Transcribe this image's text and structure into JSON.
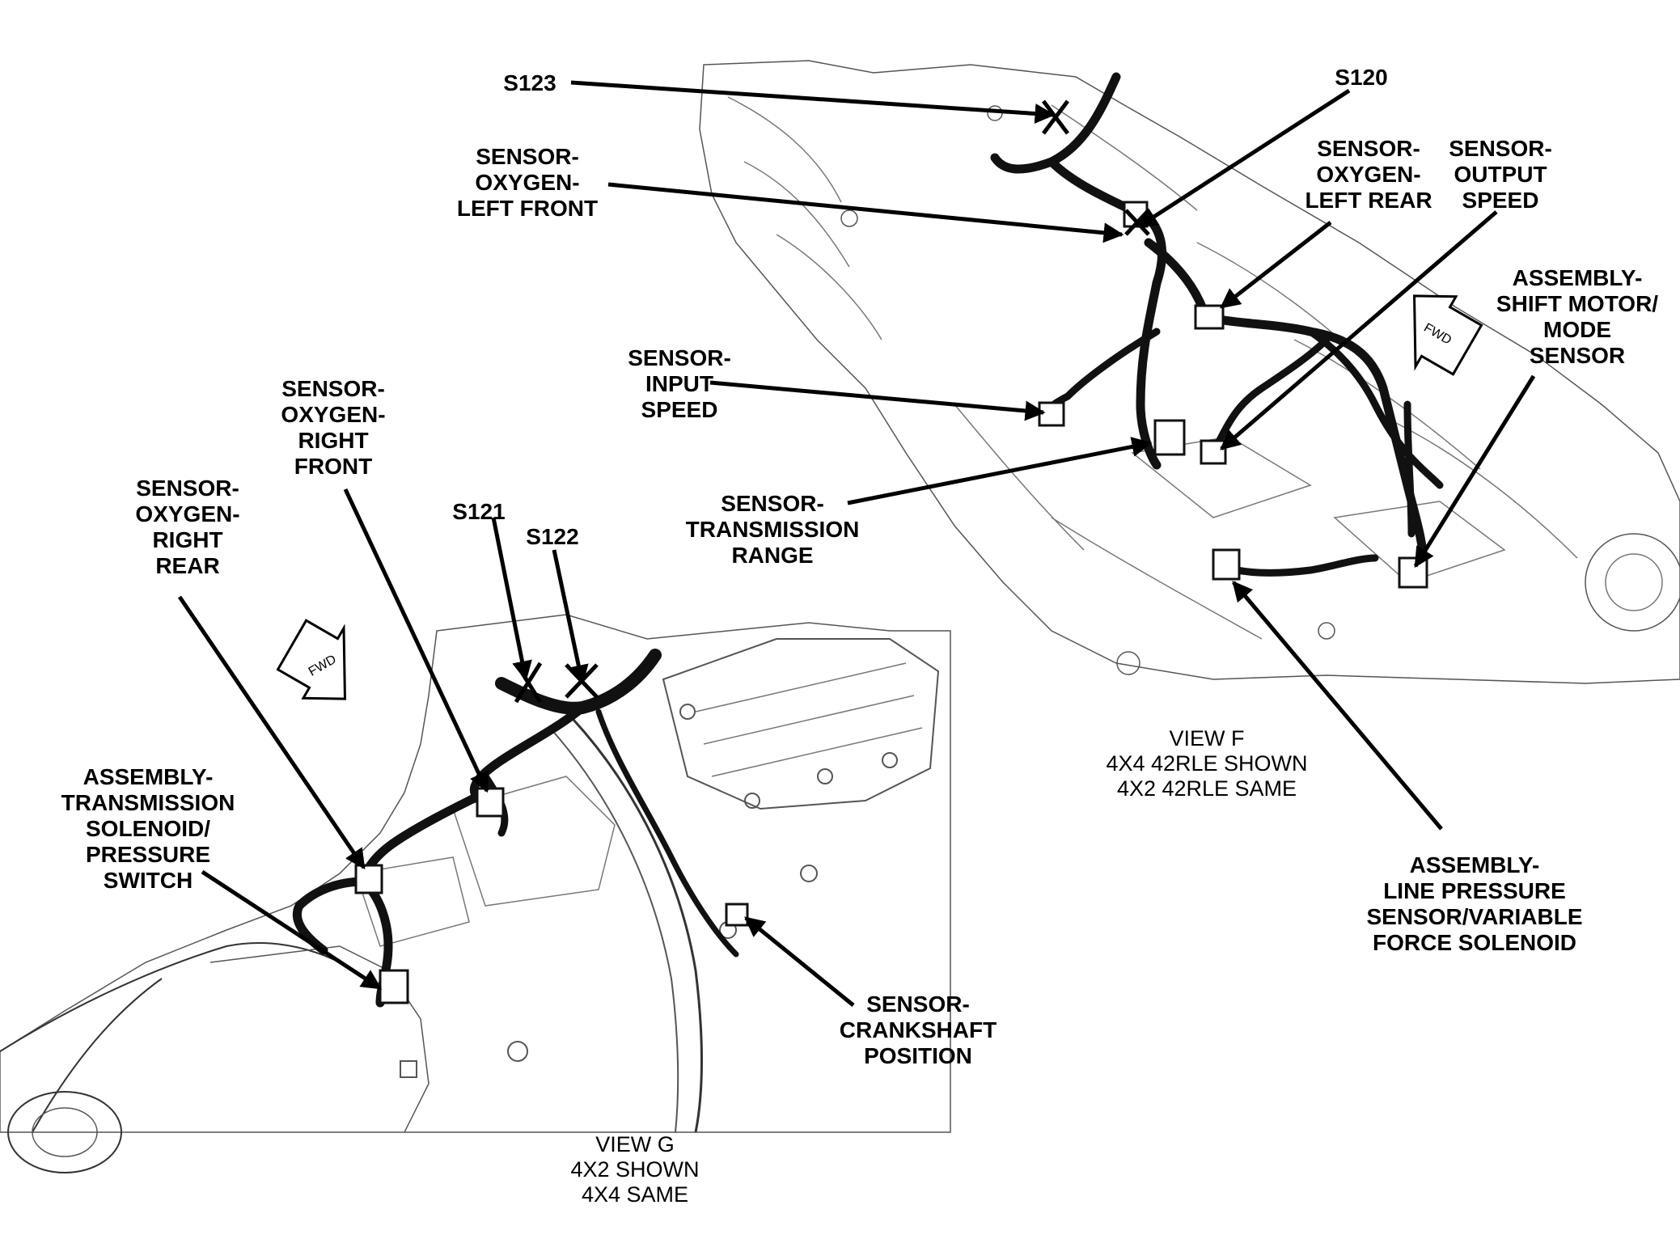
{
  "labels": {
    "s123": "S123",
    "s120": "S120",
    "s121": "S121",
    "s122": "S122",
    "o2_left_front": [
      "SENSOR-",
      "OXYGEN-",
      "LEFT FRONT"
    ],
    "o2_left_rear": [
      "SENSOR-",
      "OXYGEN-",
      "LEFT REAR"
    ],
    "output_speed": [
      "SENSOR-",
      "OUTPUT",
      "SPEED"
    ],
    "shift_motor": [
      "ASSEMBLY-",
      "SHIFT MOTOR/",
      "MODE",
      "SENSOR"
    ],
    "input_speed": [
      "SENSOR-",
      "INPUT",
      "SPEED"
    ],
    "trans_range": [
      "SENSOR-",
      "TRANSMISSION",
      "RANGE"
    ],
    "o2_right_front": [
      "SENSOR-",
      "OXYGEN-",
      "RIGHT",
      "FRONT"
    ],
    "o2_right_rear": [
      "SENSOR-",
      "OXYGEN-",
      "RIGHT",
      "REAR"
    ],
    "trans_solenoid": [
      "ASSEMBLY-",
      "TRANSMISSION",
      "SOLENOID/",
      "PRESSURE",
      "SWITCH"
    ],
    "line_pressure": [
      "ASSEMBLY-",
      "LINE PRESSURE",
      "SENSOR/VARIABLE",
      "FORCE SOLENOID"
    ],
    "crankshaft": [
      "SENSOR-",
      "CRANKSHAFT",
      "POSITION"
    ]
  },
  "views": {
    "view_f": [
      "VIEW F",
      "4X4 42RLE SHOWN",
      "4X2 42RLE SAME"
    ],
    "view_g": [
      "VIEW G",
      "4X2 SHOWN",
      "4X4 SAME"
    ]
  },
  "fwd": "FWD"
}
